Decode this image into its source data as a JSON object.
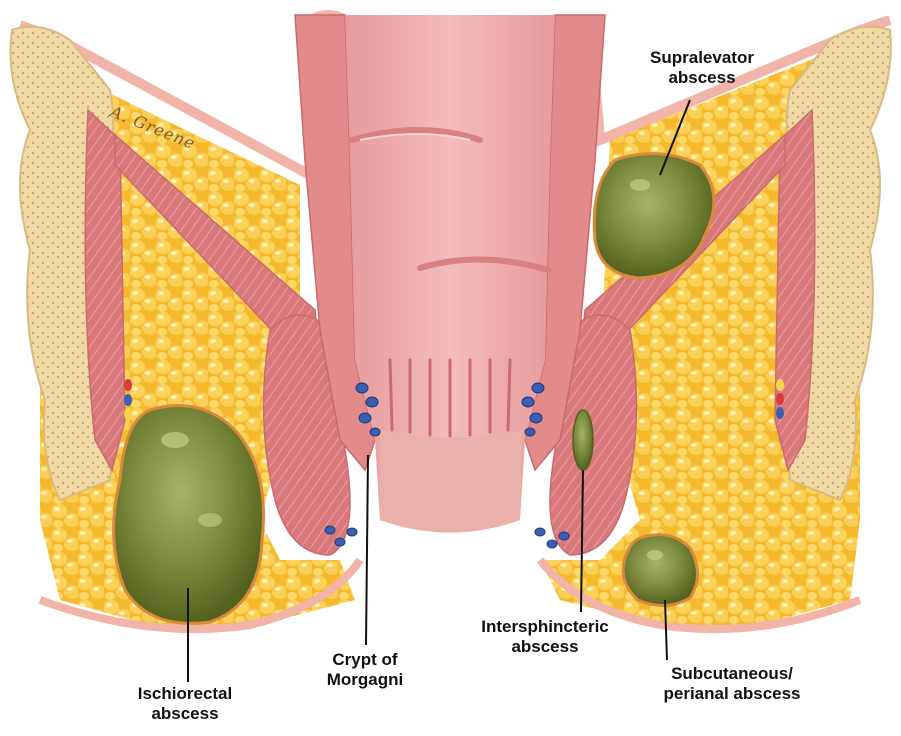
{
  "figure": {
    "signature": "A. Greene",
    "labels": {
      "supralevator": {
        "line1": "Supralevator",
        "line2": "abscess"
      },
      "intersphincteric": {
        "line1": "Intersphincteric",
        "line2": "abscess"
      },
      "crypt": {
        "line1": "Crypt of",
        "line2": "Morgagni"
      },
      "ischiorectal": {
        "line1": "Ischiorectal",
        "line2": "abscess"
      },
      "subcutaneous": {
        "line1": "Subcutaneous/",
        "line2": "perianal abscess"
      }
    }
  },
  "colors": {
    "bone": "#f0d9a4",
    "bone_dots": "#c9a670",
    "fat": "#f5b92e",
    "fat_light": "#fcd86a",
    "muscle": "#d9787a",
    "mucosa": "#eba3a3",
    "skin": "#f2b3a8",
    "abscess": "#6f7f37",
    "abscess_light": "#a7b466",
    "vessel_blue": "#3a5fb0"
  }
}
